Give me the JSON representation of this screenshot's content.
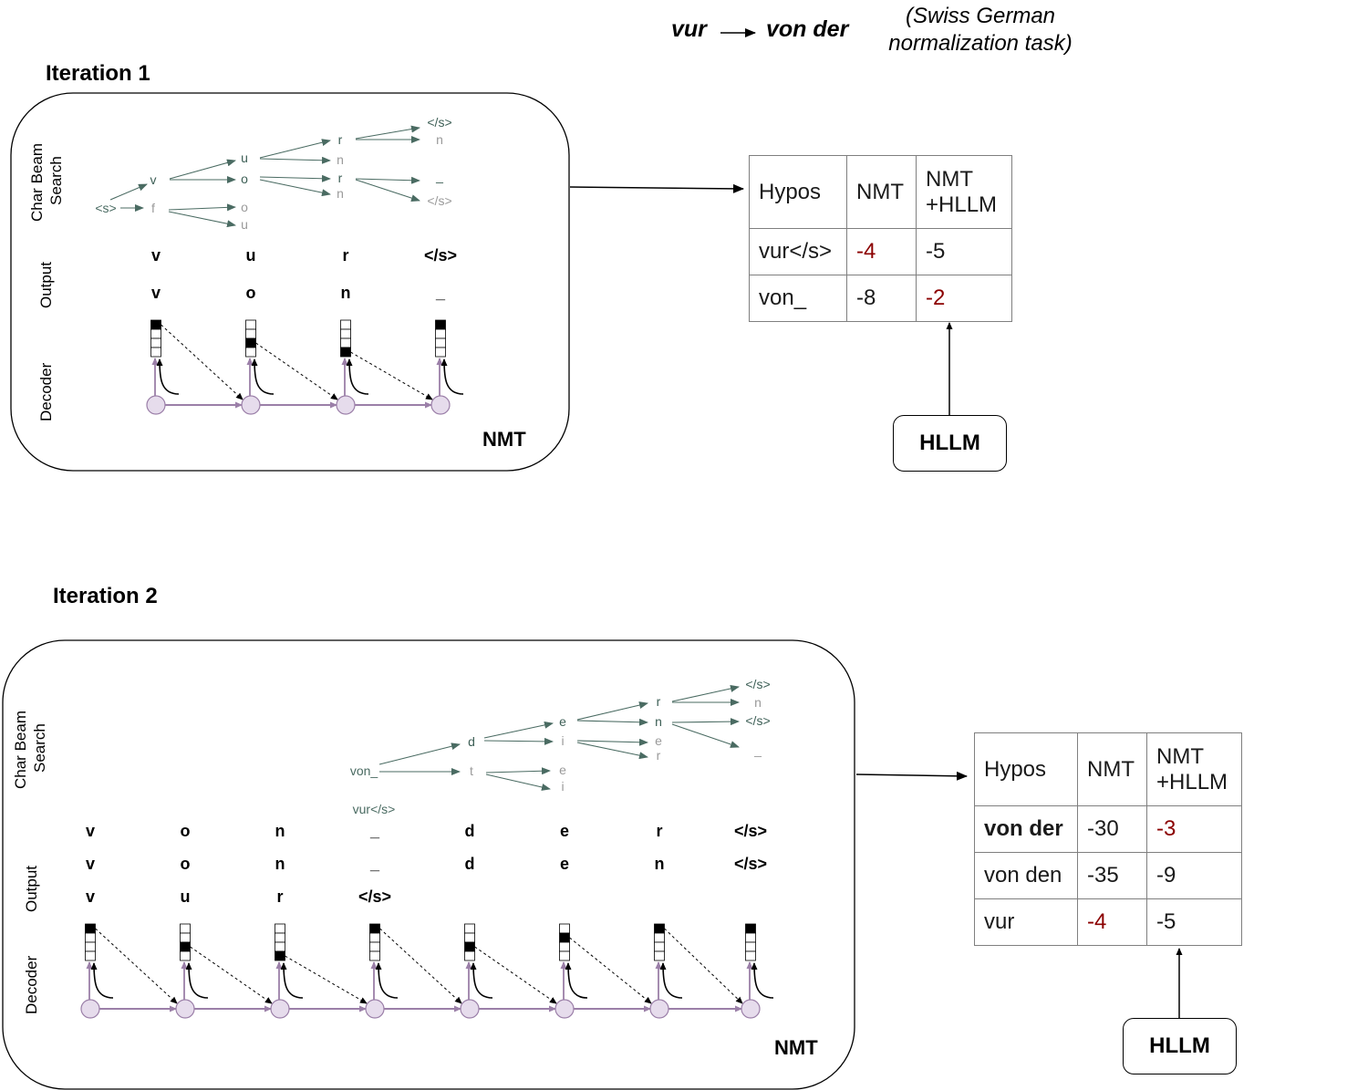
{
  "header": {
    "source": "vur",
    "target": "von der",
    "note_line1": "(Swiss German",
    "note_line2": "normalization task)"
  },
  "colors": {
    "beam_arrow": "#4a6b62",
    "beam_text_dark": "#3d5f56",
    "beam_text_gray": "#9a9a9a",
    "decoder_purple": "#9b7fa8",
    "decoder_node_fill": "#e6dcec",
    "highlight_red": "#8b0000"
  },
  "iteration1": {
    "title": "Iteration 1",
    "model_label": "NMT",
    "row_labels": {
      "beam": [
        "Char Beam",
        "Search"
      ],
      "output": "Output",
      "decoder": "Decoder"
    },
    "beam_tokens": {
      "start": "<s>",
      "step1": [
        "v",
        "f"
      ],
      "step2": [
        "u",
        "o",
        "o",
        "u"
      ],
      "step3": [
        "r",
        "n",
        "r",
        "n"
      ],
      "step4": [
        "</s>",
        "n",
        "_",
        "</s>"
      ]
    },
    "output_rows": [
      [
        "v",
        "u",
        "r",
        "</s>"
      ],
      [
        "v",
        "o",
        "n",
        "_"
      ]
    ],
    "decoder_active_cells": [
      0,
      2,
      3,
      0
    ],
    "table": {
      "headers": [
        "Hypos",
        "NMT",
        "NMT",
        "+HLLM"
      ],
      "rows": [
        {
          "hypo": "vur</s>",
          "nmt": "-4",
          "nmt_hllm": "-5"
        },
        {
          "hypo": "von_",
          "nmt": "-8",
          "nmt_hllm": "-2"
        }
      ]
    },
    "hllm_label": "HLLM"
  },
  "iteration2": {
    "title": "Iteration 2",
    "model_label": "NMT",
    "row_labels": {
      "beam": [
        "Char Beam",
        "Search"
      ],
      "output": "Output",
      "decoder": "Decoder"
    },
    "beam_tokens": {
      "prefix": "von_",
      "prefix2": "vur</s>",
      "step1": [
        "d",
        "t"
      ],
      "step2": [
        "e",
        "i",
        "e",
        "i"
      ],
      "step3": [
        "r",
        "n",
        "e",
        "r"
      ],
      "step4": [
        "</s>",
        "n",
        "</s>",
        "_"
      ]
    },
    "output_rows": [
      [
        "v",
        "o",
        "n",
        "_",
        "d",
        "e",
        "r",
        "</s>"
      ],
      [
        "v",
        "o",
        "n",
        "_",
        "d",
        "e",
        "n",
        "</s>"
      ],
      [
        "v",
        "u",
        "r",
        "</s>"
      ]
    ],
    "decoder_active_cells": [
      0,
      2,
      3,
      0,
      2,
      1,
      0,
      0
    ],
    "table": {
      "headers": [
        "Hypos",
        "NMT",
        "NMT",
        "+HLLM"
      ],
      "rows": [
        {
          "hypo": "von der",
          "nmt": "-30",
          "nmt_hllm": "-3"
        },
        {
          "hypo": "von den",
          "nmt": "-35",
          "nmt_hllm": "-9"
        },
        {
          "hypo": "vur",
          "nmt": "-4",
          "nmt_hllm": "-5"
        }
      ]
    },
    "hllm_label": "HLLM"
  }
}
